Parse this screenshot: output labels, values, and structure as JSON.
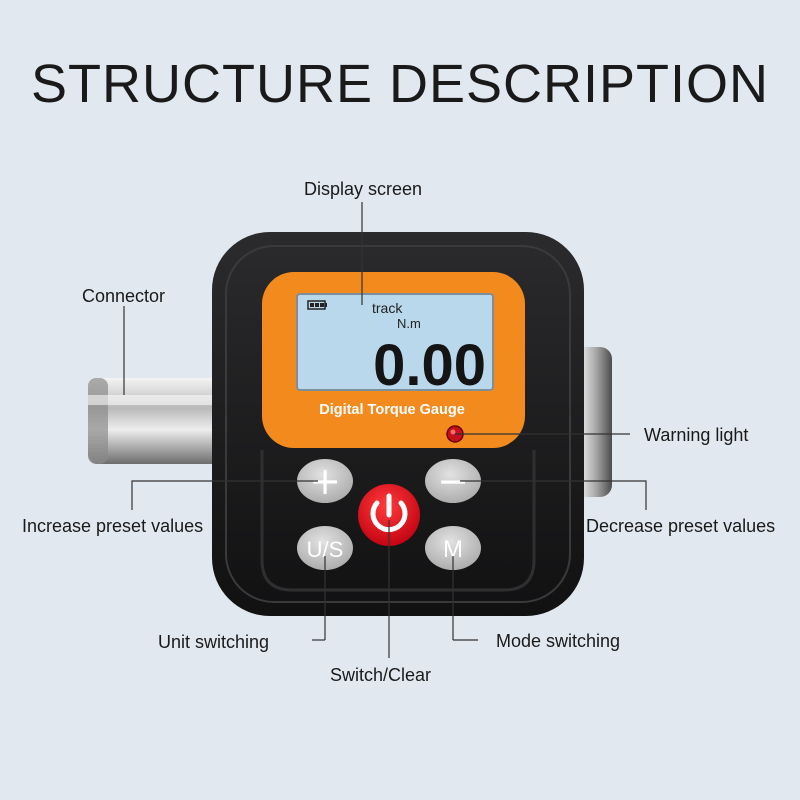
{
  "title": "STRUCTURE DESCRIPTION",
  "labels": {
    "display_screen": "Display screen",
    "connector": "Connector",
    "warning_light": "Warning light",
    "increase": "Increase preset values",
    "decrease": "Decrease preset values",
    "unit": "Unit switching",
    "mode": "Mode switching",
    "switch": "Switch/Clear"
  },
  "device": {
    "brand_text": "Digital Torque Gauge",
    "lcd_mode": "track",
    "lcd_unit": "N.m",
    "lcd_value": "0.00",
    "buttons": {
      "plus": "+",
      "minus": "−",
      "us": "U/S",
      "m": "M"
    },
    "colors": {
      "body": "#1c1c1e",
      "bezel": "#f28a1e",
      "lcd": "#b9d8ec",
      "power": "#e3121f",
      "button": "#c9c9c9",
      "warning_led": "#c4101a",
      "background": "#e1e8ef"
    }
  }
}
